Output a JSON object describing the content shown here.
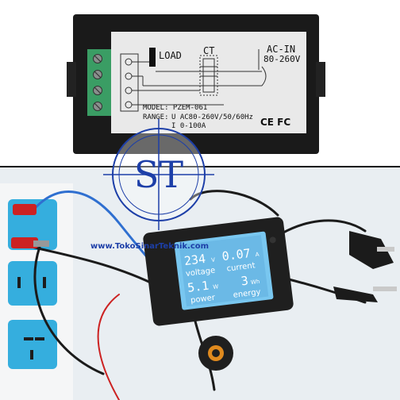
{
  "label": {
    "load": "LOAD",
    "ct": "CT",
    "ac_in": "AC-IN",
    "voltage_range": "80-260V",
    "model": "MODEL: PZEM-061",
    "range_label": "RANGE:",
    "range_u": "U AC80-260V/50/60Hz",
    "range_i": "I 0-100A",
    "cert": "CE FC"
  },
  "watermark": {
    "logo_text": "ST",
    "url": "www.TokoSinarTeknik.com"
  },
  "meter": {
    "voltage_value": "234",
    "voltage_unit": "V",
    "voltage_label": "voltage",
    "current_value": "0.07",
    "current_unit": "A",
    "current_label": "current",
    "power_value": "5.1",
    "power_unit": "W",
    "power_label": "power",
    "energy_value": "3",
    "energy_unit": "Wh",
    "energy_label": "energy"
  },
  "colors": {
    "lcd": "#79c7f0",
    "lcd_text": "#ffffff",
    "terminal": "#3a9d64",
    "clip_red": "#cc2222",
    "wire_blue": "#2f6fd0",
    "outlet": "#35aede"
  }
}
